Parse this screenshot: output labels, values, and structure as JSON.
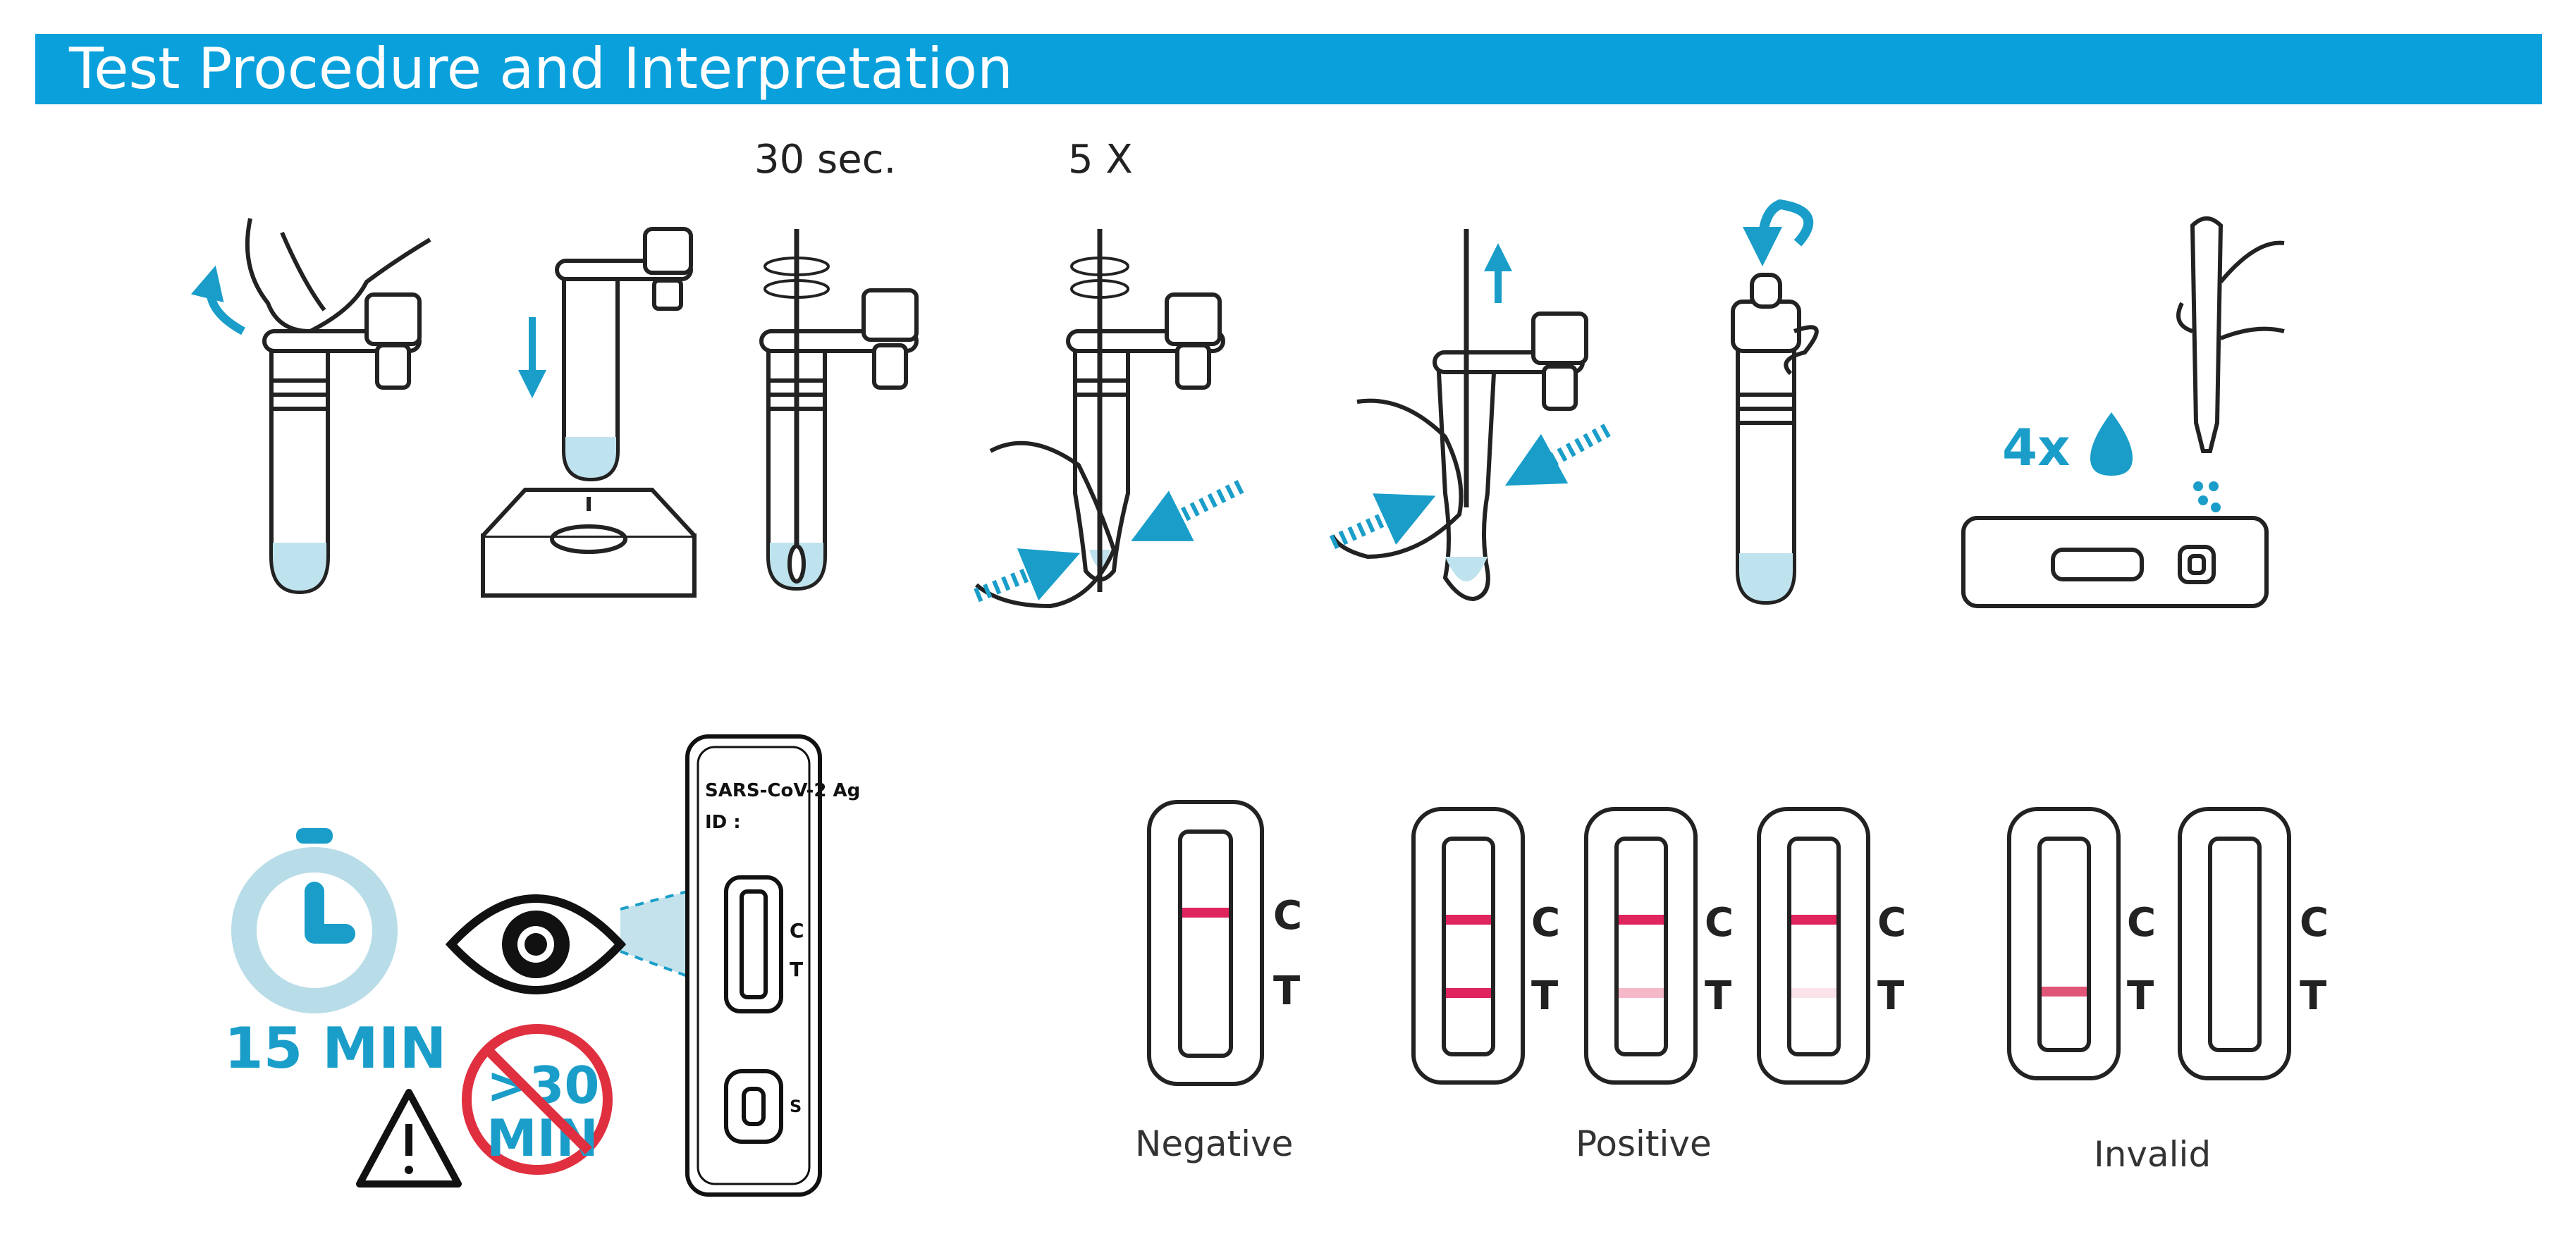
{
  "header": {
    "title": "Test Procedure and Interpretation"
  },
  "steps": {
    "step3_duration": "30 sec.",
    "step4_repeat": "5 X",
    "step7_drops": "4x"
  },
  "cassette": {
    "label": "SARS-CoV-2 Ag",
    "id_label": "ID :",
    "control_mark": "C",
    "test_mark": "T",
    "sample_mark": "S"
  },
  "timing": {
    "read_time": "15 MIN",
    "limit_top": ">30",
    "limit_bottom": "MIN"
  },
  "results": {
    "line_c": "C",
    "line_t": "T",
    "negative": "Negative",
    "positive": "Positive",
    "invalid": "Invalid"
  },
  "colors": {
    "accent": "#0aa0dc",
    "liquid": "#bfe3ee",
    "line_red": "#e0245e",
    "warning_red": "#e03040",
    "timer_light": "#b9dde8",
    "timer_dark": "#1a9ec9"
  },
  "icons": [
    "hand-icon",
    "tube-icon",
    "swab-icon",
    "rotate-arrow-icon",
    "down-arrow-icon",
    "up-arrow-icon",
    "squeeze-arrow-icon",
    "drop-icon",
    "timer-icon",
    "eye-icon",
    "warning-icon",
    "prohibited-icon",
    "cassette-icon"
  ]
}
